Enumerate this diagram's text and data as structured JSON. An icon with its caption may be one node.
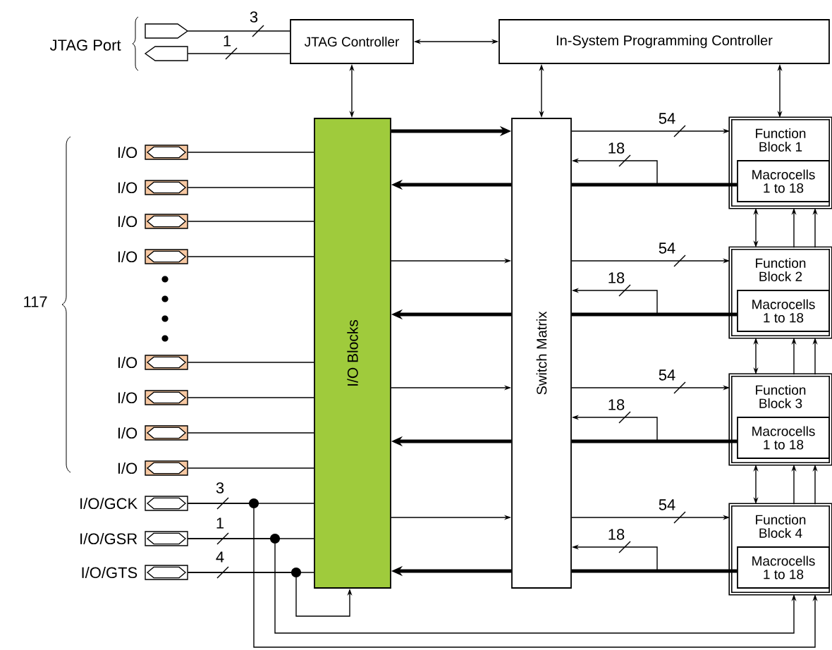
{
  "diagram": {
    "nodes": [
      {
        "text": [],
        "shape": "pin"
      },
      {
        "text": [],
        "shape": "pin"
      },
      {
        "text": [
          "JTAG Controller"
        ]
      },
      {
        "text": [
          "In-System Programming Controller"
        ]
      },
      {
        "text": [
          "I/O Blocks"
        ]
      },
      {
        "text": [
          "Switch Matrix"
        ]
      },
      {
        "text": [
          "Function Block 1"
        ]
      },
      {
        "text": [
          "Macrocells 1 to 18"
        ],
        "in": 6
      },
      {
        "text": [
          "Function Block 2"
        ]
      },
      {
        "text": [
          "Macrocells 1 to 18"
        ],
        "in": 8
      },
      {
        "text": [
          "Function Block 3"
        ]
      },
      {
        "text": [
          "Macrocells 1 to 18"
        ],
        "in": 10
      },
      {
        "text": [
          "Function Block 4"
        ]
      },
      {
        "text": [
          "Macrocells 1 to 18"
        ],
        "in": 12
      },
      {
        "text": [],
        "shape": "pin",
        "beside": [
          "I/O"
        ]
      },
      {
        "text": [],
        "shape": "pin",
        "beside": [
          "I/O"
        ]
      },
      {
        "text": [],
        "shape": "pin",
        "beside": [
          "I/O"
        ]
      },
      {
        "text": [],
        "shape": "pin",
        "beside": [
          "I/O"
        ]
      },
      {
        "text": [],
        "shape": "pin",
        "beside": [
          "I/O"
        ]
      },
      {
        "text": [],
        "shape": "pin",
        "beside": [
          "I/O"
        ]
      },
      {
        "text": [],
        "shape": "pin",
        "beside": [
          "I/O"
        ]
      },
      {
        "text": [],
        "shape": "pin",
        "beside": [
          "I/O"
        ]
      },
      {
        "text": [],
        "shape": "pin",
        "beside": [
          "I/O/GCK"
        ]
      },
      {
        "text": [],
        "shape": "pin",
        "beside": [
          "I/O/GSR"
        ]
      },
      {
        "text": [],
        "shape": "pin",
        "beside": [
          "I/O/GTS"
        ]
      }
    ],
    "edges": [
      {
        "from": 0,
        "to": 2,
        "arrow": "none",
        "label": "3"
      },
      {
        "from": 1,
        "to": 2,
        "arrow": "none",
        "label": "1"
      },
      {
        "from": 2,
        "to": 3,
        "arrow": "both"
      },
      {
        "from": 2,
        "to": 4,
        "arrow": "both"
      },
      {
        "from": 3,
        "to": 5,
        "arrow": "both"
      },
      {
        "from": 3,
        "to": 6,
        "arrow": "both"
      },
      {
        "from": 4,
        "to": 5,
        "arrow": "to",
        "style": "thick"
      },
      {
        "from": 4,
        "to": 5,
        "arrow": "to"
      },
      {
        "from": 4,
        "to": 5,
        "arrow": "to"
      },
      {
        "from": 4,
        "to": 5,
        "arrow": "to"
      },
      {
        "from": 5,
        "to": 4,
        "arrow": "to",
        "style": "thick"
      },
      {
        "from": 5,
        "to": 4,
        "arrow": "to",
        "style": "thick"
      },
      {
        "from": 5,
        "to": 4,
        "arrow": "to",
        "style": "thick"
      },
      {
        "from": 5,
        "to": 4,
        "arrow": "to",
        "style": "thick"
      },
      {
        "from": 5,
        "to": 6,
        "arrow": "to",
        "label": "54"
      },
      {
        "from": 5,
        "to": 8,
        "arrow": "to",
        "label": "54"
      },
      {
        "from": 5,
        "to": 10,
        "arrow": "to",
        "label": "54"
      },
      {
        "from": 5,
        "to": 12,
        "arrow": "to",
        "label": "54"
      },
      {
        "from": 7,
        "to": 5,
        "arrow": "none",
        "style": "thick"
      },
      {
        "from": 9,
        "to": 5,
        "arrow": "none",
        "style": "thick"
      },
      {
        "from": 11,
        "to": 5,
        "arrow": "none",
        "style": "thick"
      },
      {
        "from": 13,
        "to": 5,
        "arrow": "none",
        "style": "thick"
      },
      {
        "from": 7,
        "to": 5,
        "arrow": "to",
        "label": "18"
      },
      {
        "from": 9,
        "to": 5,
        "arrow": "to",
        "label": "18"
      },
      {
        "from": 11,
        "to": 5,
        "arrow": "to",
        "label": "18"
      },
      {
        "from": 13,
        "to": 5,
        "arrow": "to",
        "label": "18"
      },
      {
        "from": 6,
        "to": 8,
        "arrow": "both"
      },
      {
        "from": 8,
        "to": 6,
        "arrow": "to"
      },
      {
        "from": 8,
        "to": 6,
        "arrow": "to"
      },
      {
        "from": 8,
        "to": 10,
        "arrow": "both"
      },
      {
        "from": 10,
        "to": 8,
        "arrow": "to"
      },
      {
        "from": 10,
        "to": 8,
        "arrow": "to"
      },
      {
        "from": 10,
        "to": 12,
        "arrow": "both"
      },
      {
        "from": 12,
        "to": 10,
        "arrow": "to"
      },
      {
        "from": 12,
        "to": 10,
        "arrow": "to"
      },
      {
        "from": 14,
        "to": 4,
        "arrow": "none"
      },
      {
        "from": 15,
        "to": 4,
        "arrow": "none"
      },
      {
        "from": 16,
        "to": 4,
        "arrow": "none"
      },
      {
        "from": 17,
        "to": 4,
        "arrow": "none"
      },
      {
        "from": 18,
        "to": 4,
        "arrow": "none"
      },
      {
        "from": 19,
        "to": 4,
        "arrow": "none"
      },
      {
        "from": 20,
        "to": 4,
        "arrow": "none"
      },
      {
        "from": 21,
        "to": 4,
        "arrow": "none"
      },
      {
        "from": 22,
        "to": 4,
        "arrow": "none",
        "label": "3"
      },
      {
        "from": 23,
        "to": 4,
        "arrow": "none",
        "label": "1"
      },
      {
        "from": 24,
        "to": 4,
        "arrow": "none",
        "label": "4"
      },
      {
        "from": 22,
        "to": 12,
        "arrow": "to"
      },
      {
        "from": 23,
        "to": 12,
        "arrow": "to"
      },
      {
        "from": 24,
        "to": 4,
        "arrow": "to"
      }
    ],
    "labels": [
      "JTAG Port",
      "117"
    ]
  }
}
